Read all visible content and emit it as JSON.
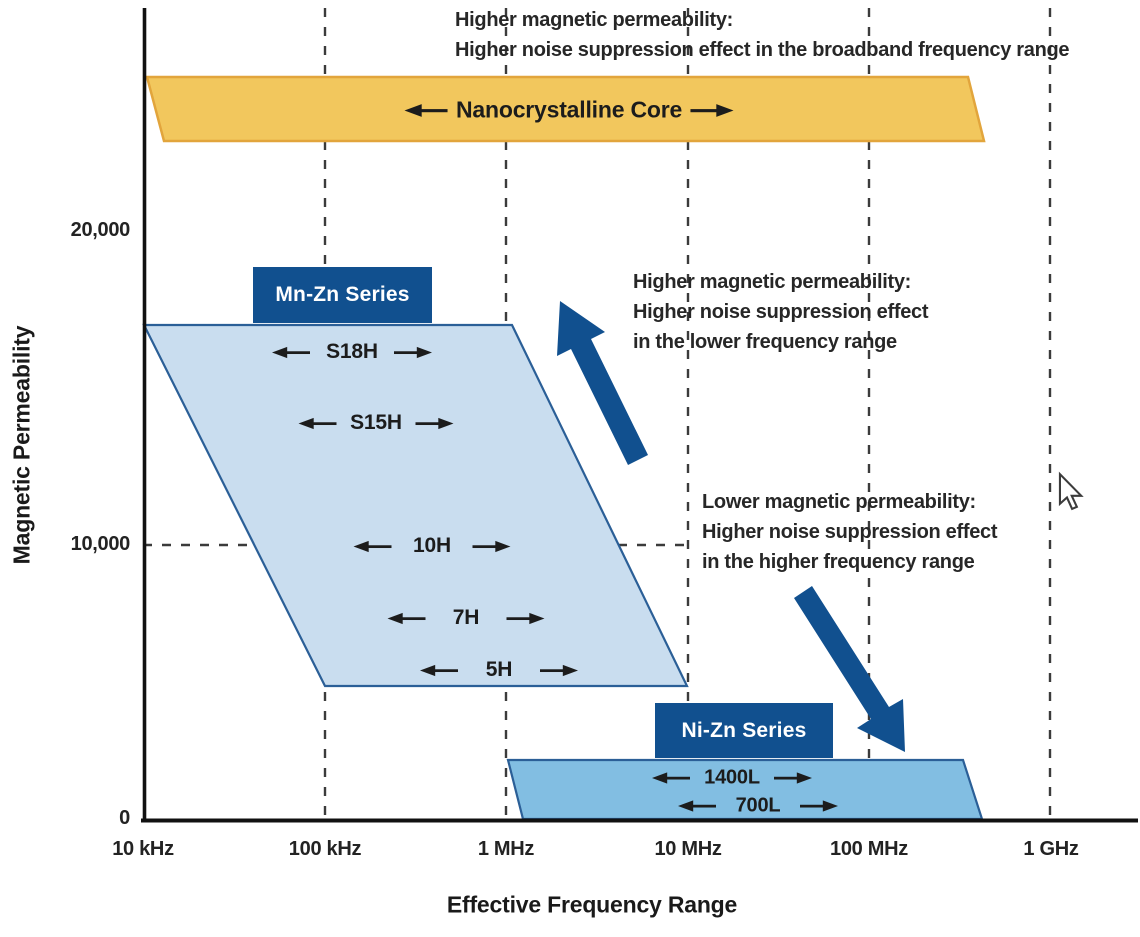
{
  "chart_data": {
    "type": "area",
    "title": "",
    "xlabel": "Effective Frequency Range",
    "ylabel": "Magnetic Permeability",
    "x_axis": {
      "scale": "log",
      "ticks": [
        "10 kHz",
        "100 kHz",
        "1 MHz",
        "10 MHz",
        "100 MHz",
        "1 GHz"
      ],
      "gridlines": "vertical dashed line at each decade"
    },
    "y_axis": {
      "ticks": [
        "0",
        "10,000",
        "20,000"
      ],
      "dashed_reference_line_at": 10000
    },
    "regions": [
      {
        "name": "Nanocrystalline Core",
        "shape": "parallelogram",
        "color": "#F2C75D",
        "border": "#E2A53C",
        "freq_range": [
          "10 kHz",
          "500 MHz"
        ],
        "permeability_range": [
          24500,
          27000
        ],
        "products": []
      },
      {
        "name": "Mn-Zn Series",
        "shape": "parallelogram",
        "color": "#C9DDEF",
        "border": "#2B5F97",
        "freq_range": [
          "10 kHz",
          "10 MHz"
        ],
        "permeability_range": [
          5000,
          18000
        ],
        "products": [
          "S18H",
          "S15H",
          "10H",
          "7H",
          "5H"
        ]
      },
      {
        "name": "Ni-Zn Series",
        "shape": "parallelogram",
        "color": "#82BEE2",
        "border": "#2B5F97",
        "freq_range": [
          "1 MHz",
          "400 MHz"
        ],
        "permeability_range": [
          0,
          2200
        ],
        "products": [
          "1400L",
          "700L"
        ]
      }
    ],
    "annotations": {
      "broadband": {
        "line1": "Higher magnetic permeability:",
        "line2": "Higher noise suppression effect in the broadband frequency range"
      },
      "lower_freq": {
        "line1": "Higher magnetic permeability:",
        "line2": "Higher noise suppression effect",
        "line3": "in the lower frequency range",
        "arrow": "up-left"
      },
      "higher_freq": {
        "line1": "Lower magnetic permeability:",
        "line2": "Higher noise suppression effect",
        "line3": "in the higher frequency range",
        "arrow": "down-right"
      }
    }
  },
  "colors": {
    "accent_blue": "#11508F",
    "region_border_blue": "#2B5F97",
    "nano_border_gold": "#E2A53C",
    "axis": "#111111",
    "text": "#272727"
  }
}
